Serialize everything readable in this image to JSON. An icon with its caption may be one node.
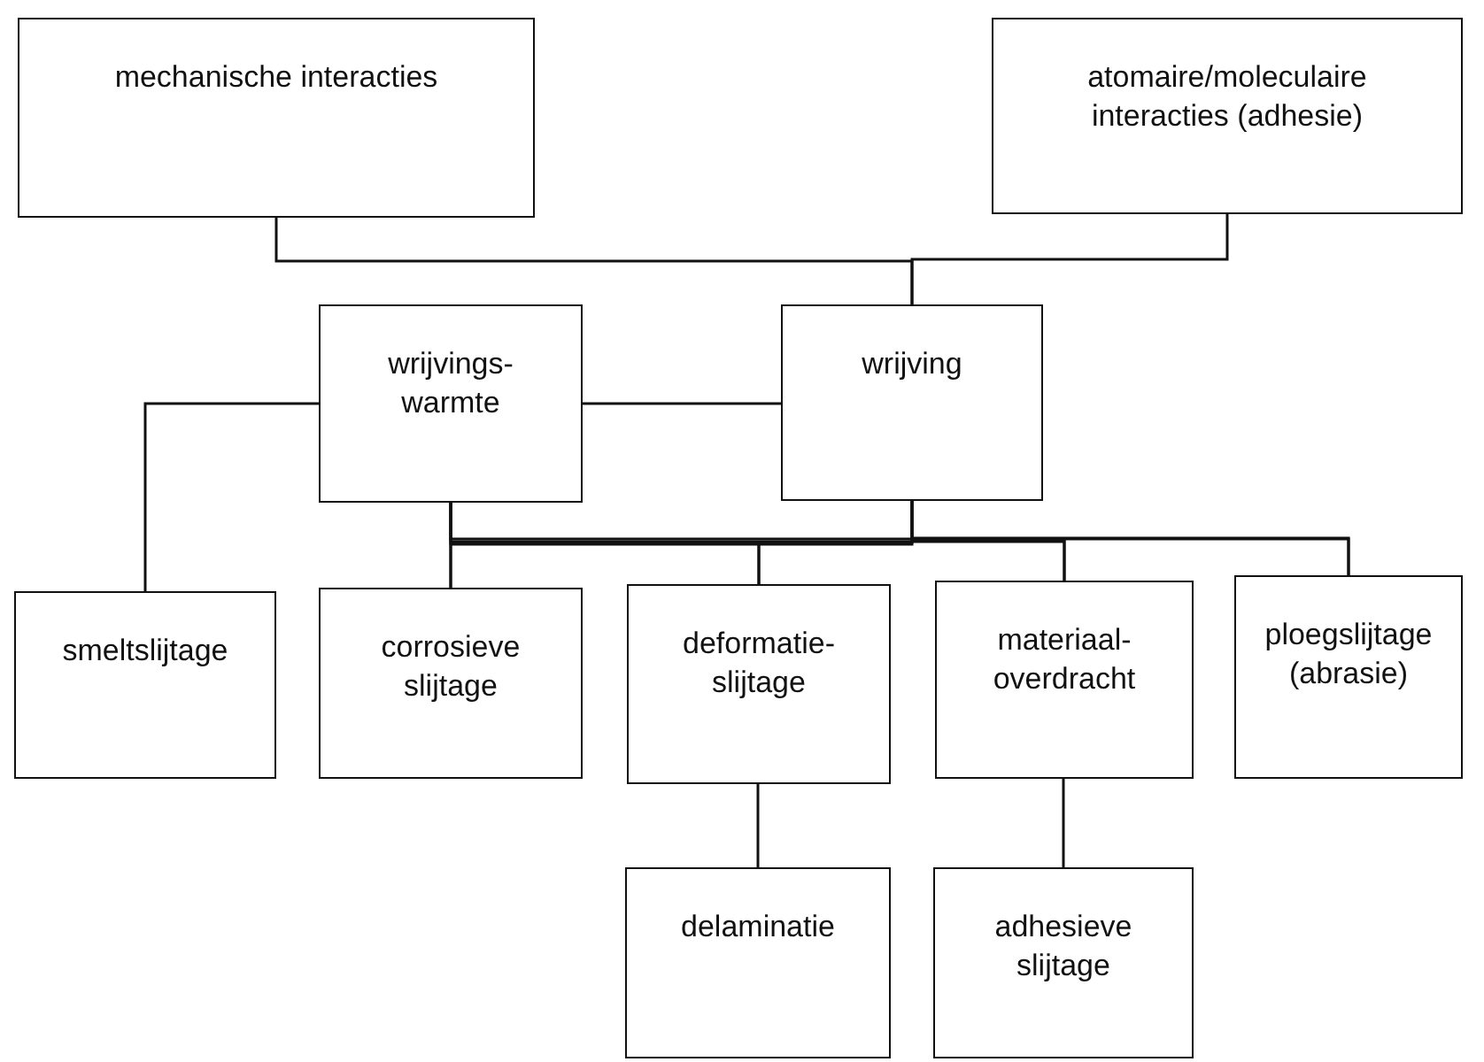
{
  "diagram": {
    "nodes": [
      {
        "text": [
          "mechanische interacties"
        ]
      },
      {
        "text": [
          "atomaire/moleculaire interacties (adhesie)"
        ]
      },
      {
        "text": [
          "wrijvings- warmte"
        ]
      },
      {
        "text": [
          "wrijving"
        ]
      },
      {
        "text": [
          "smeltslijtage"
        ]
      },
      {
        "text": [
          "corrosieve slijtage"
        ]
      },
      {
        "text": [
          "deformatie- slijtage"
        ]
      },
      {
        "text": [
          "materiaal- overdracht"
        ]
      },
      {
        "text": [
          "ploegslijtage (abrasie)"
        ]
      },
      {
        "text": [
          "delaminatie"
        ]
      },
      {
        "text": [
          "adhesieve slijtage"
        ]
      }
    ],
    "edges": [
      {
        "from": 0,
        "to": 3,
        "arrow": "none"
      },
      {
        "from": 1,
        "to": 3,
        "arrow": "none"
      },
      {
        "from": 3,
        "to": 2,
        "arrow": "none"
      },
      {
        "from": 2,
        "to": 4,
        "arrow": "none"
      },
      {
        "from": 2,
        "to": 5,
        "arrow": "none"
      },
      {
        "from": 2,
        "to": 6,
        "arrow": "none"
      },
      {
        "from": 2,
        "to": 7,
        "arrow": "none"
      },
      {
        "from": 2,
        "to": 8,
        "arrow": "none"
      },
      {
        "from": 3,
        "to": 5,
        "arrow": "none"
      },
      {
        "from": 3,
        "to": 6,
        "arrow": "none"
      },
      {
        "from": 3,
        "to": 7,
        "arrow": "none"
      },
      {
        "from": 3,
        "to": 8,
        "arrow": "none"
      },
      {
        "from": 6,
        "to": 9,
        "arrow": "none"
      },
      {
        "from": 7,
        "to": 10,
        "arrow": "none"
      }
    ]
  }
}
